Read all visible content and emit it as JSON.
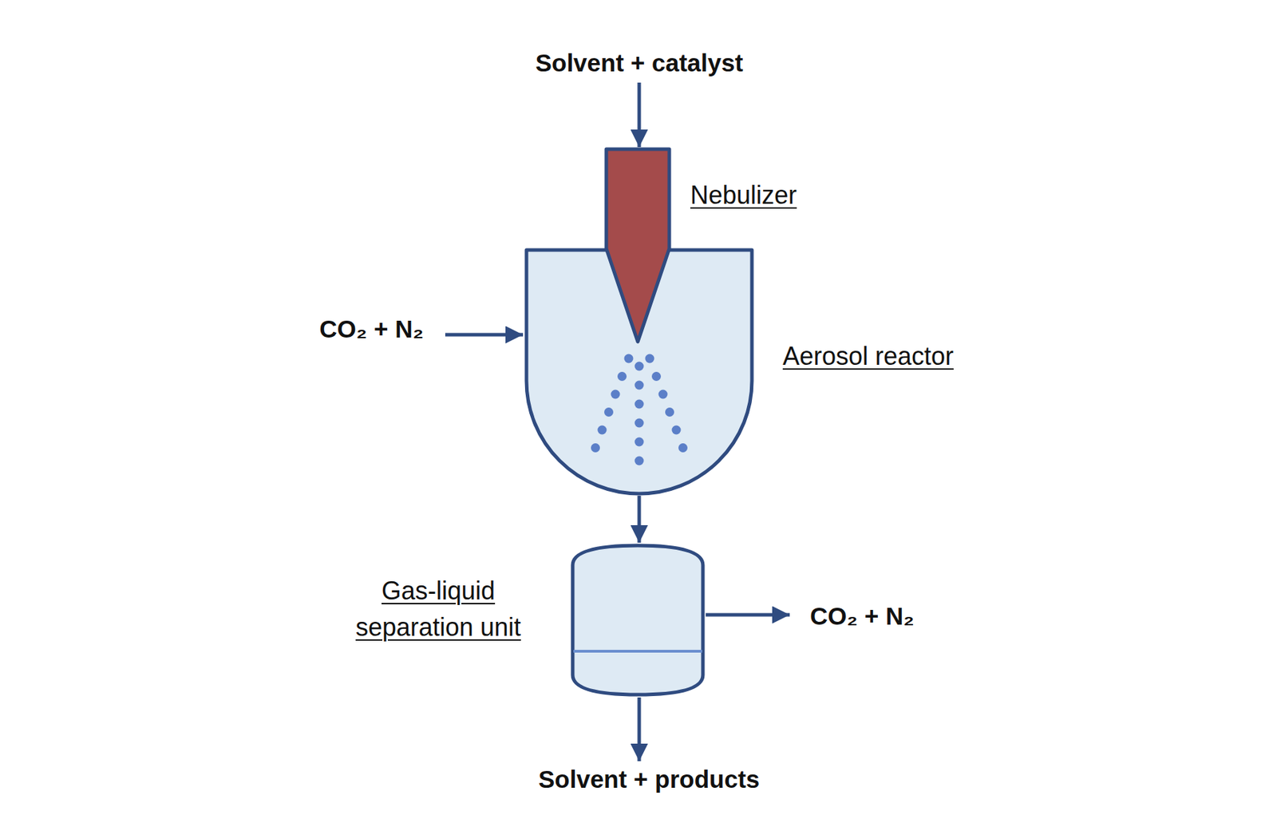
{
  "diagram": {
    "nodes": [
      {
        "text": [
          "Nebulizer"
        ]
      },
      {
        "text": [
          "Aerosol reactor"
        ]
      },
      {
        "text": [
          "Gas-liquid separation unit"
        ]
      }
    ],
    "edges": [
      {
        "from": 1,
        "to": 2,
        "arrow": "to"
      }
    ],
    "labels": [
      "Solvent + catalyst",
      "CO₂ + N₂",
      "CO₂ + N₂",
      "Solvent + products"
    ]
  }
}
